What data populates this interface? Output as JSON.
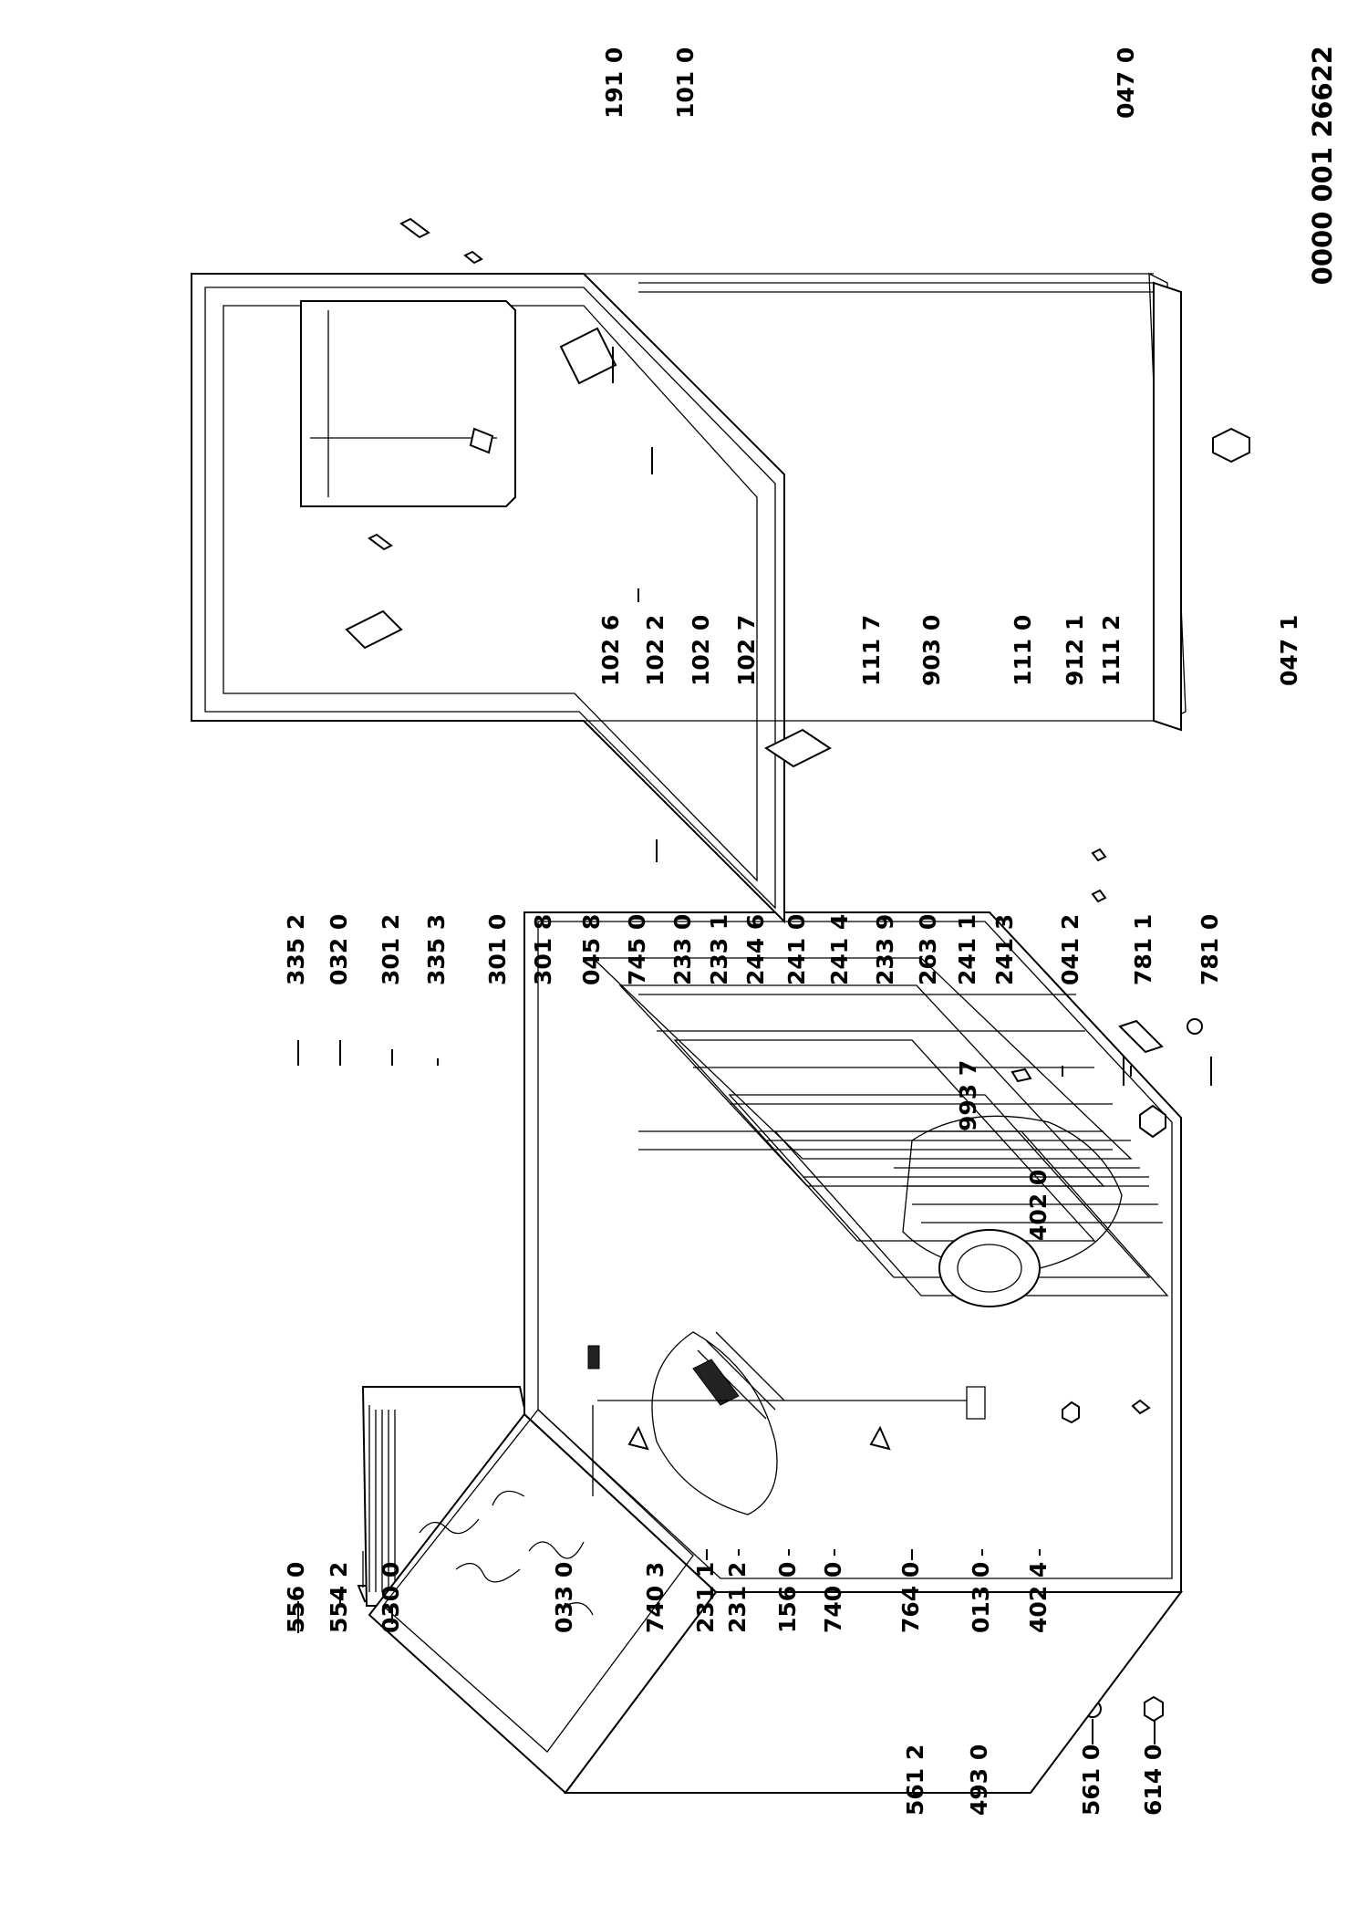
{
  "document_number": "0000 001 26622",
  "labels": {
    "l_5612": "561 2",
    "l_4930": "493 0",
    "l_5610": "561 0",
    "l_6140": "614 0",
    "l_5560": "556 0",
    "l_5542": "554 2",
    "l_0300": "030 0",
    "l_0330": "033 0",
    "l_7403": "740 3",
    "l_2311": "231 1",
    "l_2312": "231 2",
    "l_1560": "156 0",
    "l_7400": "740 0",
    "l_7640": "764 0",
    "l_0130": "013 0",
    "l_4024": "402 4",
    "l_4020": "402 0",
    "l_9937": "993 7",
    "l_3352": "335 2",
    "l_0320": "032 0",
    "l_3012": "301 2",
    "l_3353": "335 3",
    "l_3010": "301 0",
    "l_3018": "301 8",
    "l_0458": "045 8",
    "l_7450": "745 0",
    "l_2330": "233 0",
    "l_2331": "233 1",
    "l_2446": "244 6",
    "l_2410": "241 0",
    "l_2414": "241 4",
    "l_2339": "233 9",
    "l_2630": "263 0",
    "l_2411": "241 1",
    "l_2413": "241 3",
    "l_0412": "041 2",
    "l_7811": "781 1",
    "l_7810": "781 0",
    "l_1026": "102 6",
    "l_1022": "102 2",
    "l_1020": "102 0",
    "l_1027": "102 7",
    "l_1117": "111 7",
    "l_9030": "903 0",
    "l_1110": "111 0",
    "l_9121": "912 1",
    "l_1112": "111 2",
    "l_0471": "047 1",
    "l_1910": "191 0",
    "l_1010": "101 0",
    "l_0470": "047 0"
  }
}
